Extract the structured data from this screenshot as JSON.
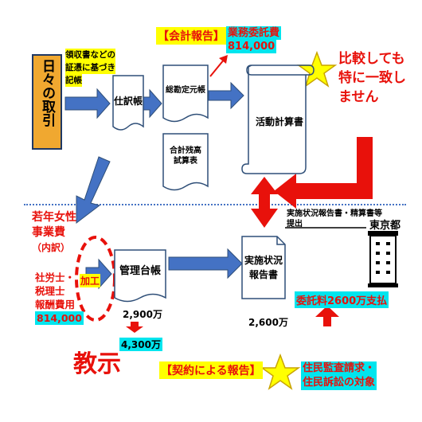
{
  "daily_transactions": "日々の取引",
  "receipt_note": [
    "領収書などの",
    "証憑に基づき",
    "記帳"
  ],
  "journal": "仕訳帳",
  "general_ledger": "総勘定元帳",
  "trial_balance": [
    "合計残高",
    "試算表"
  ],
  "activity_statement": "活動計算書",
  "accounting_report": "【会計報告】",
  "entrusted_cost": [
    "業務委託費",
    "814,000"
  ],
  "no_match_note": [
    "比較しても",
    "特に一致し",
    "ません"
  ],
  "submission_note": [
    "実施状況報告書・精算書等",
    "提出"
  ],
  "tokyo": "東京都",
  "project_cost": [
    "若年女性",
    "事業費",
    "（内訳）"
  ],
  "fees_note": [
    "社労士・",
    "税理士",
    "報酬費用",
    "814,000"
  ],
  "processing": "加工",
  "kyoji": "教示",
  "management_ledger": "管理台帳",
  "amount_2900": "2,900万",
  "amount_4300": "4,300万",
  "status_report": [
    "実施状況",
    "報告書"
  ],
  "amount_2600": "2,600万",
  "commission_payment": "委託料2600万支払",
  "contract_report": "【契約による報告】",
  "audit_note": [
    "住民監査請求・",
    "住民訴訟の対象"
  ],
  "colors": {
    "navy": "#1f3864",
    "arrow_blue": "#4472c4",
    "red": "#e8110b",
    "yellow": "#ffff00",
    "cyan": "#00e5ee",
    "orange": "#f0a830"
  },
  "icons": [
    "star-icon",
    "building-icon",
    "bidirectional-arrow-icon"
  ]
}
